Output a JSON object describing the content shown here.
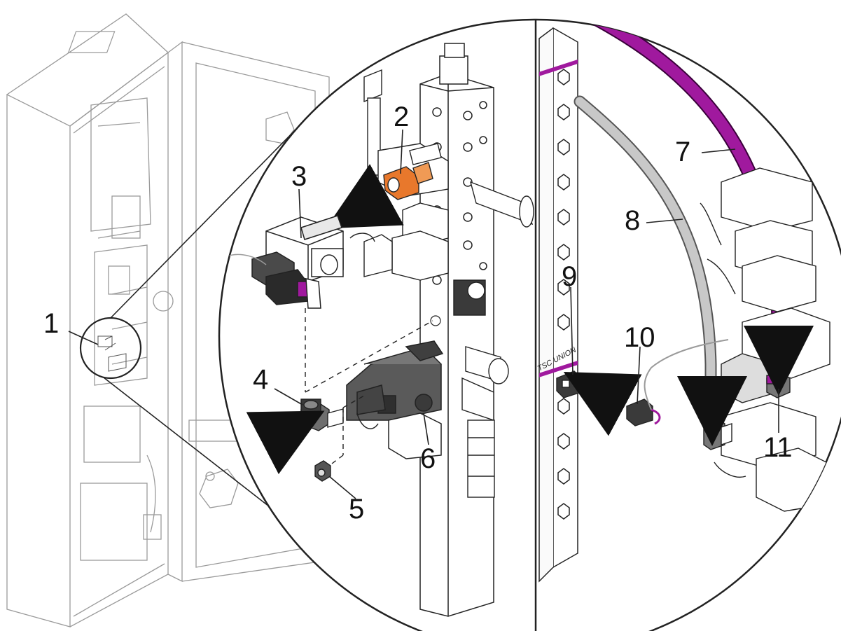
{
  "figure": {
    "callouts": [
      {
        "id": "1",
        "label": "1"
      },
      {
        "id": "2",
        "label": "2"
      },
      {
        "id": "3",
        "label": "3"
      },
      {
        "id": "4",
        "label": "4"
      },
      {
        "id": "5",
        "label": "5"
      },
      {
        "id": "6",
        "label": "6"
      },
      {
        "id": "7",
        "label": "7"
      },
      {
        "id": "8",
        "label": "8"
      },
      {
        "id": "9",
        "label": "9"
      },
      {
        "id": "10",
        "label": "10"
      },
      {
        "id": "11",
        "label": "11"
      }
    ],
    "panel_stamp": "TSC UNION",
    "colors": {
      "highlight_fitting": "#e8782c",
      "purple_tube": "#a0199e",
      "gray_tube": "#c8c8c8",
      "line": "#222222",
      "faint_line": "#9a9a9a"
    }
  }
}
